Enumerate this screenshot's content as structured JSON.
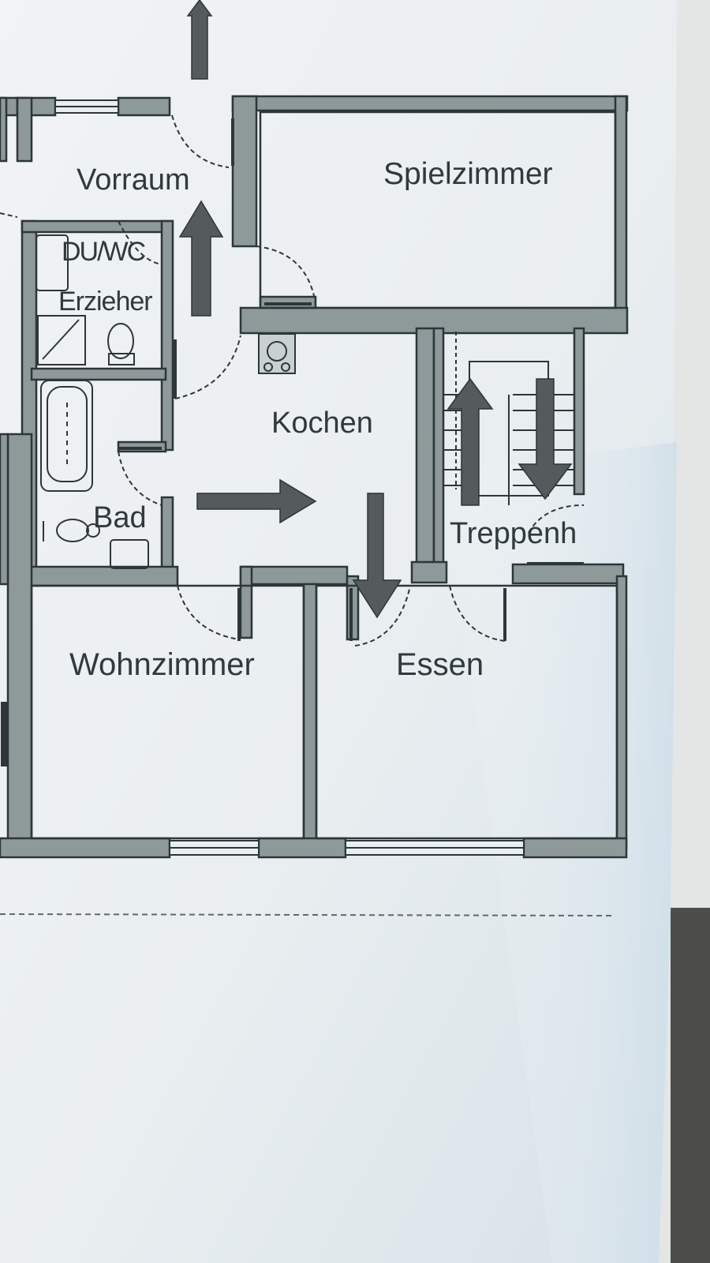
{
  "floorplan": {
    "rooms": {
      "vorraum": "Vorraum",
      "spielzimmer": "Spielzimmer",
      "duwc": "DU/WC",
      "erzieher": "Erzieher",
      "kochen": "Kochen",
      "bad": "Bad",
      "treppenhaus": "Treppenh",
      "wohnzimmer": "Wohnzimmer",
      "essen": "Essen"
    },
    "colors": {
      "wall": "#8e999a",
      "wall_outline": "#2d3638",
      "arrow": "#555a5b",
      "paper": "#eef1f2",
      "text": "#2f3a3d"
    },
    "arrows": [
      {
        "name": "top-entry-arrow",
        "direction": "up"
      },
      {
        "name": "vorraum-arrow",
        "direction": "up"
      },
      {
        "name": "kochen-right-arrow",
        "direction": "right"
      },
      {
        "name": "kochen-down-arrow",
        "direction": "down"
      },
      {
        "name": "stairs-up-arrow",
        "direction": "up"
      },
      {
        "name": "stairs-down-arrow",
        "direction": "down"
      }
    ]
  }
}
